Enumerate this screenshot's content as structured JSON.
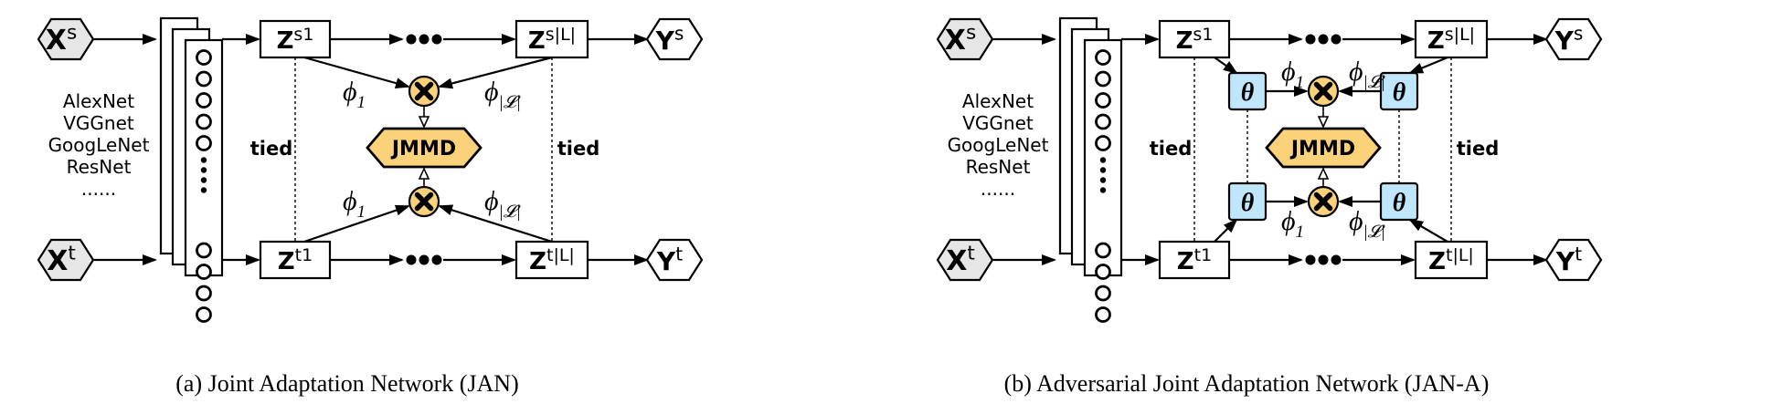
{
  "panels": [
    {
      "id": "a",
      "caption": "(a)  Joint Adaptation Network (JAN)",
      "inputs": {
        "source": "s",
        "target": "t"
      },
      "outputs": {
        "source": "s",
        "target": "t"
      },
      "networks": [
        "AlexNet",
        "VGGnet",
        "GoogLeNet",
        "ResNet",
        "......"
      ],
      "layers": {
        "first": "1",
        "last": "|L|"
      },
      "tied_label": "tied",
      "mmd_label": "JMMD",
      "weights": {
        "first": "1",
        "last": "|𝓛|"
      },
      "has_adversarial": false
    },
    {
      "id": "b",
      "caption": "(b)  Adversarial Joint Adaptation Network (JAN-A)",
      "inputs": {
        "source": "s",
        "target": "t"
      },
      "outputs": {
        "source": "s",
        "target": "t"
      },
      "networks": [
        "AlexNet",
        "VGGnet",
        "GoogLeNet",
        "ResNet",
        "......"
      ],
      "layers": {
        "first": "1",
        "last": "|L|"
      },
      "tied_label": "tied",
      "mmd_label": "JMMD",
      "weights": {
        "first": "1",
        "last": "|𝓛|"
      },
      "theta_label": "θ",
      "has_adversarial": true
    }
  ],
  "colors": {
    "input_fill": "#e6e6e6",
    "mmd_fill": "#fbd17a",
    "tensor_fill": "#fbd17a",
    "theta_fill": "#bfe6fa",
    "stroke": "#000000"
  }
}
